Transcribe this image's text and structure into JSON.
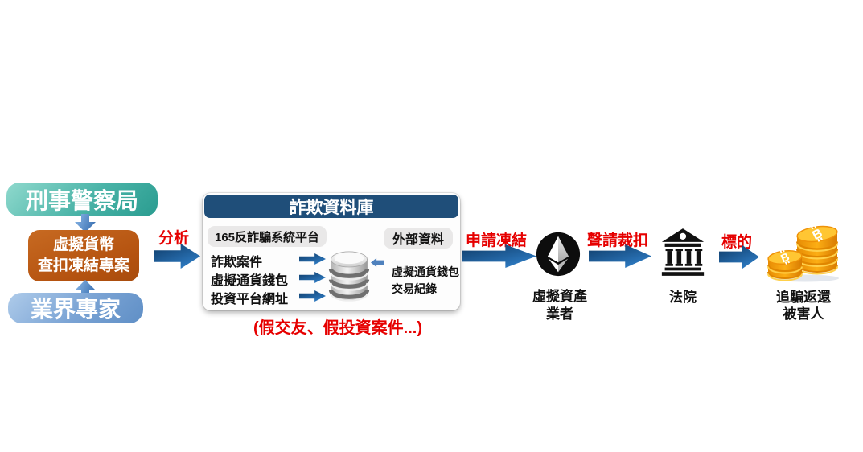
{
  "colors": {
    "red": "#e60000",
    "navy_header": "#1f4e79",
    "teal_box": "#49b3a7",
    "orange_box": "#b4520f",
    "blue_box": "#7aa3d4",
    "arrow_dark": "#0e3a66",
    "arrow_light": "#2e7cc4",
    "coin_gold": "#f5a800",
    "icon_black": "#111111"
  },
  "left_flow": {
    "top_box": "刑事警察局",
    "mid_box_lines": [
      "虛擬貨幣",
      "查扣凍結專案"
    ],
    "bottom_box": "業界專家"
  },
  "flow_labels": {
    "analyze": "分析",
    "apply_freeze": "申請凍結",
    "petition_seize": "聲請裁扣",
    "target": "標的"
  },
  "database_card": {
    "title": "詐欺資料庫",
    "left_source_label": "165反詐騙系統平台",
    "left_items": [
      "詐欺案件",
      "虛擬通貨錢包",
      "投資平台網址"
    ],
    "right_source_label": "外部資料",
    "right_items": [
      "虛擬通貨錢包",
      "交易紀錄"
    ],
    "caption": "(假交友、假投資案件...)"
  },
  "nodes": {
    "exchange": {
      "icon": "ethereum-icon",
      "label_lines": [
        "虛擬資產",
        "業者"
      ]
    },
    "court": {
      "icon": "bank-icon",
      "label_lines": [
        "法院"
      ]
    },
    "return": {
      "icon": "coins-icon",
      "label_lines": [
        "追騙返還",
        "被害人"
      ]
    }
  }
}
